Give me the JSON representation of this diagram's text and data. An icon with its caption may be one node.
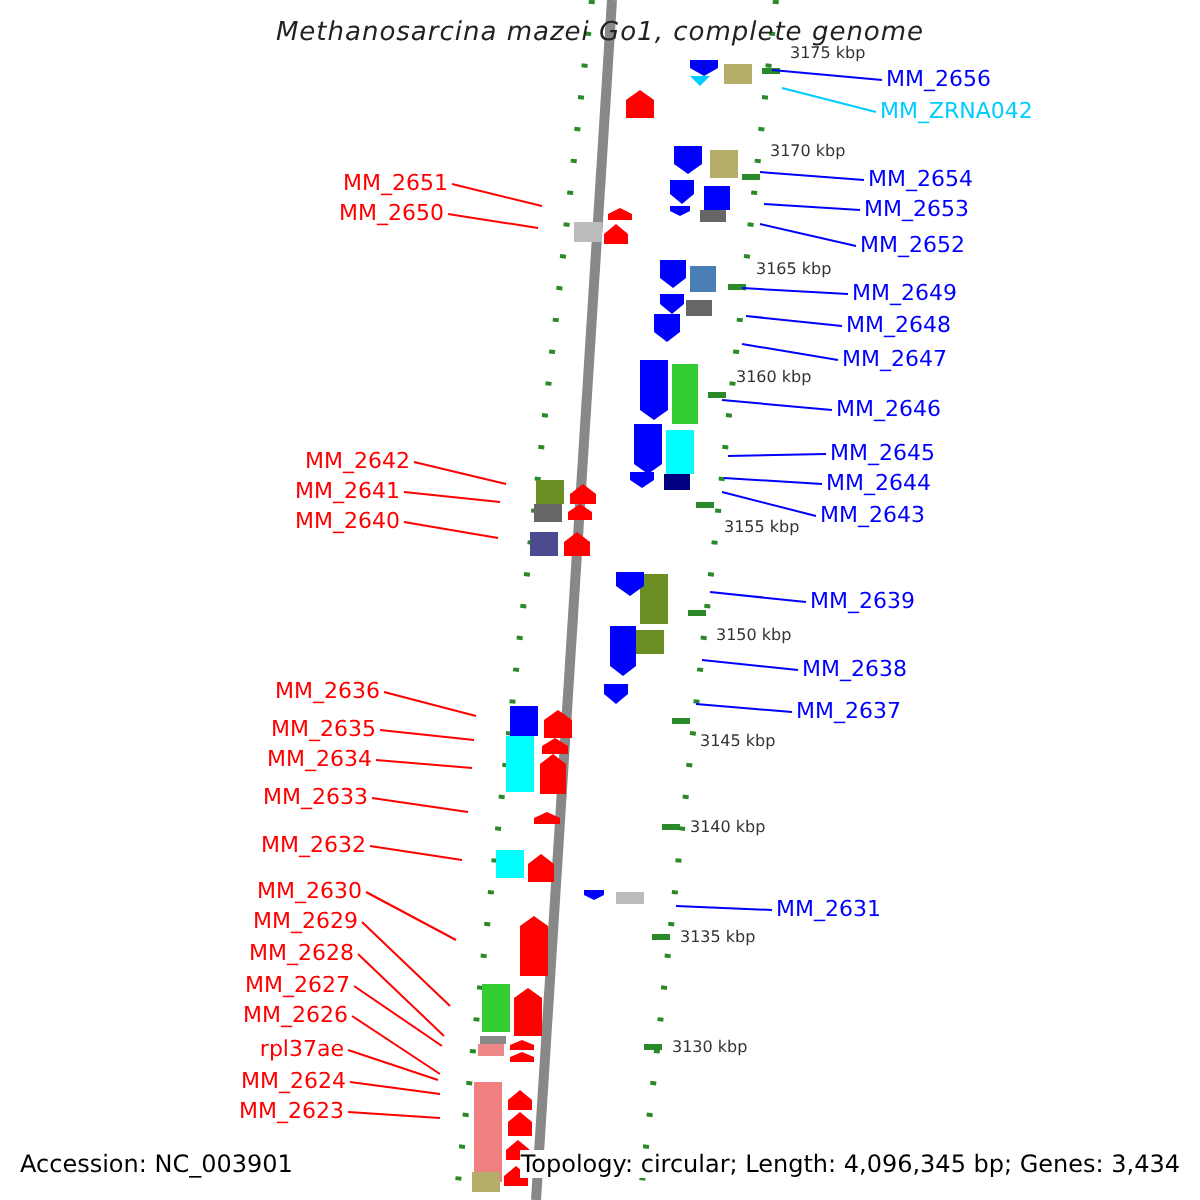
{
  "diagram": {
    "title": "Methanosarcina mazei Go1, complete genome",
    "nodes": [
      {
        "text": [
          "MM_2656"
        ]
      },
      {
        "text": [
          "MM_ZRNA042"
        ]
      },
      {
        "text": [
          "MM_2654"
        ]
      },
      {
        "text": [
          "MM_2651"
        ]
      },
      {
        "text": [
          "MM_2653"
        ]
      },
      {
        "text": [
          "MM_2650"
        ]
      },
      {
        "text": [
          "MM_2652"
        ]
      },
      {
        "text": [
          "MM_2649"
        ]
      },
      {
        "text": [
          "MM_2648"
        ]
      },
      {
        "text": [
          "MM_2647"
        ]
      },
      {
        "text": [
          "MM_2646"
        ]
      },
      {
        "text": [
          "MM_2645"
        ]
      },
      {
        "text": [
          "MM_2642"
        ]
      },
      {
        "text": [
          "MM_2644"
        ]
      },
      {
        "text": [
          "MM_2641"
        ]
      },
      {
        "text": [
          "MM_2643"
        ]
      },
      {
        "text": [
          "MM_2640"
        ]
      },
      {
        "text": [
          "MM_2639"
        ]
      },
      {
        "text": [
          "MM_2638"
        ]
      },
      {
        "text": [
          "MM_2636"
        ]
      },
      {
        "text": [
          "MM_2637"
        ]
      },
      {
        "text": [
          "MM_2635"
        ]
      },
      {
        "text": [
          "MM_2634"
        ]
      },
      {
        "text": [
          "MM_2633"
        ]
      },
      {
        "text": [
          "MM_2632"
        ]
      },
      {
        "text": [
          "MM_2630"
        ]
      },
      {
        "text": [
          "MM_2631"
        ]
      },
      {
        "text": [
          "MM_2629"
        ]
      },
      {
        "text": [
          "MM_2628"
        ]
      },
      {
        "text": [
          "MM_2627"
        ]
      },
      {
        "text": [
          "MM_2626"
        ]
      },
      {
        "text": [
          "rpl37ae"
        ]
      },
      {
        "text": [
          "MM_2624"
        ]
      },
      {
        "text": [
          "MM_2623"
        ]
      }
    ],
    "edges": [
      {
        "from": 0,
        "to": null,
        "arrow": "none",
        "color": "#0000ff"
      },
      {
        "from": 1,
        "to": null,
        "arrow": "none",
        "color": "#00ccff"
      },
      {
        "from": 2,
        "to": null,
        "arrow": "none",
        "color": "#0000ff"
      },
      {
        "from": 3,
        "to": null,
        "arrow": "none"
      },
      {
        "from": 4,
        "to": null,
        "arrow": "none",
        "color": "#0000ff"
      },
      {
        "from": 5,
        "to": null,
        "arrow": "none"
      },
      {
        "from": 6,
        "to": null,
        "arrow": "none",
        "color": "#0000ff"
      },
      {
        "from": 7,
        "to": null,
        "arrow": "none",
        "color": "#0000ff"
      },
      {
        "from": 8,
        "to": null,
        "arrow": "none",
        "color": "#0000ff"
      },
      {
        "from": 9,
        "to": null,
        "arrow": "none",
        "color": "#0000ff"
      },
      {
        "from": 10,
        "to": null,
        "arrow": "none",
        "color": "#0000ff"
      },
      {
        "from": 11,
        "to": null,
        "arrow": "none",
        "color": "#0000ff"
      },
      {
        "from": 12,
        "to": null,
        "arrow": "none"
      },
      {
        "from": 13,
        "to": null,
        "arrow": "none",
        "color": "#0000ff"
      },
      {
        "from": 14,
        "to": null,
        "arrow": "none"
      },
      {
        "from": 15,
        "to": null,
        "arrow": "none",
        "color": "#0000ff"
      },
      {
        "from": 16,
        "to": null,
        "arrow": "none"
      },
      {
        "from": 17,
        "to": null,
        "arrow": "none",
        "color": "#0000ff"
      },
      {
        "from": 18,
        "to": null,
        "arrow": "none",
        "color": "#0000ff"
      },
      {
        "from": 19,
        "to": null,
        "arrow": "none"
      },
      {
        "from": 20,
        "to": null,
        "arrow": "none",
        "color": "#0000ff"
      },
      {
        "from": 21,
        "to": null,
        "arrow": "none"
      },
      {
        "from": 22,
        "to": null,
        "arrow": "none"
      },
      {
        "from": 23,
        "to": null,
        "arrow": "none"
      },
      {
        "from": 24,
        "to": null,
        "arrow": "none"
      },
      {
        "from": 25,
        "to": null,
        "arrow": "none"
      },
      {
        "from": 26,
        "to": null,
        "arrow": "none",
        "color": "#0000ff"
      },
      {
        "from": 27,
        "to": null,
        "arrow": "none"
      },
      {
        "from": 28,
        "to": null,
        "arrow": "none"
      },
      {
        "from": 29,
        "to": null,
        "arrow": "none"
      },
      {
        "from": 30,
        "to": null,
        "arrow": "none"
      },
      {
        "from": 31,
        "to": null,
        "arrow": "none"
      },
      {
        "from": 32,
        "to": null,
        "arrow": "none"
      },
      {
        "from": 33,
        "to": null,
        "arrow": "none"
      }
    ],
    "labels": [
      "3175 kbp",
      "3170 kbp",
      "3165 kbp",
      "3160 kbp",
      "3155 kbp",
      "3150 kbp",
      "3145 kbp",
      "3140 kbp",
      "3135 kbp",
      "3130 kbp",
      "Accession: NC_003901",
      "Topology: circular; Length: 4,096,345 bp; Genes: 3,434"
    ]
  }
}
